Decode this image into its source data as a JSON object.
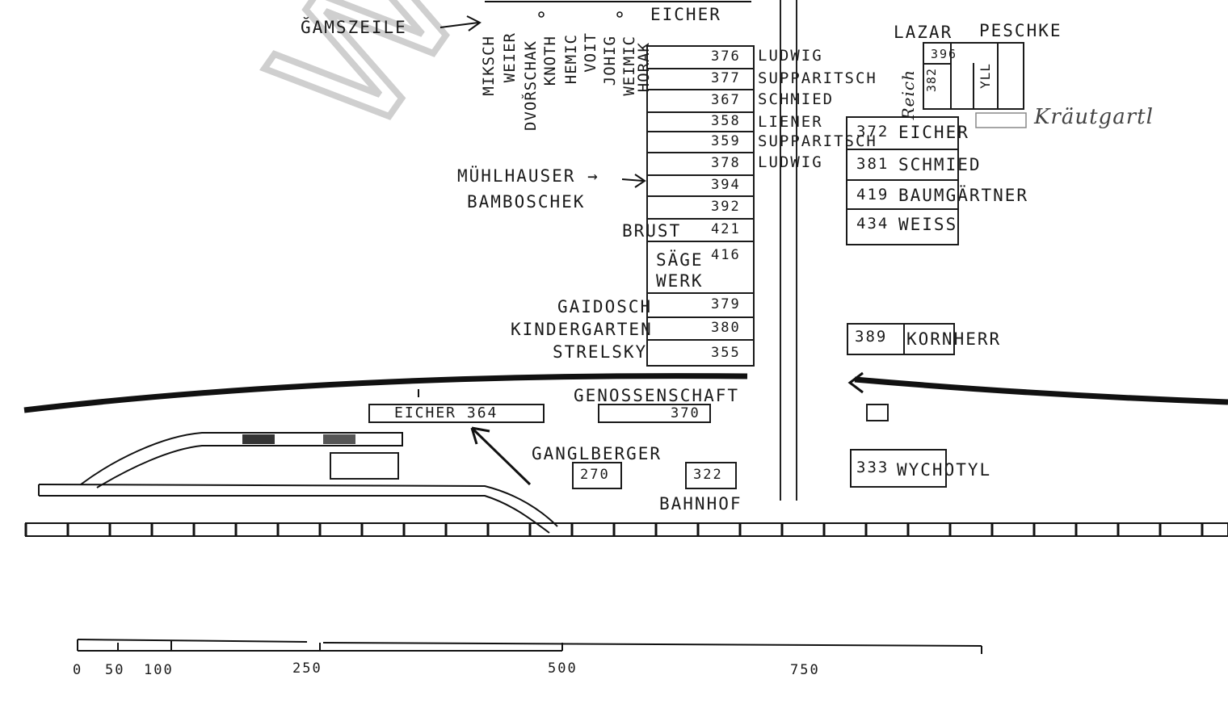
{
  "watermark": "W",
  "top": {
    "gamszeile": "ĞAMSZEILE",
    "eicher_top": "EICHER",
    "lazar": "LAZAR",
    "peschke": "PESCHKE",
    "kräutgartl": "Kräutgartl"
  },
  "vertical_names": [
    "MIKSCH",
    "WEIER",
    "DVOŘSCHAK",
    "KNOTH",
    "HEMIC",
    "VOIT",
    "JOHIG",
    "WEIMIC",
    "HORAK"
  ],
  "center_block": [
    {
      "num": "376",
      "name": "LUDWIG"
    },
    {
      "num": "377",
      "name": "SUPPARITSCH"
    },
    {
      "num": "367",
      "name": "SCHMIED"
    },
    {
      "num": "358",
      "name": "LIENER"
    },
    {
      "num": "359",
      "name": "SUPPARITSCH"
    },
    {
      "num": "378",
      "name": "LUDWIG"
    },
    {
      "num": "394",
      "name": ""
    },
    {
      "num": "392",
      "name": ""
    },
    {
      "num": "421",
      "name": ""
    },
    {
      "num": "416",
      "name": ""
    },
    {
      "num": "379",
      "name": ""
    },
    {
      "num": "380",
      "name": ""
    },
    {
      "num": "355",
      "name": ""
    }
  ],
  "left_labels": {
    "mühlhauser": "MÜHLHAUSER →",
    "bamboschek": "BAMBOSCHEK",
    "brust": "BRUST",
    "sage": "SÄGE",
    "werk": "WERK",
    "gaidosch": "GAIDOSCH",
    "kindergarten": "KINDERGARTEN",
    "strelsky": "STRELSKY"
  },
  "right_block": [
    {
      "num": "372",
      "name": "EICHER"
    },
    {
      "num": "381",
      "name": "SCHMIED"
    },
    {
      "num": "419",
      "name": "BAUMGÄRTNER"
    },
    {
      "num": "434",
      "name": "WEISS"
    }
  ],
  "reich": "Reich",
  "small_boxes": {
    "b1": "396",
    "b2": "382",
    "b3": "YLL"
  },
  "kornherr": {
    "num": "389",
    "name": "KORNHERR"
  },
  "lower": {
    "genossenschaft": "GENOSSENSCHAFT",
    "g_num": "370",
    "eicher": "EICHER 364",
    "ganglberger": "GANGLBERGER",
    "g2_num": "270",
    "bahnhof_num": "322",
    "bahnhof": "BAHNHOF",
    "wychotyl_num": "333",
    "wychotyl": "WYCHOTYL"
  },
  "scale": {
    "ticks": [
      "0",
      "50",
      "100",
      "250",
      "500",
      "750"
    ]
  }
}
